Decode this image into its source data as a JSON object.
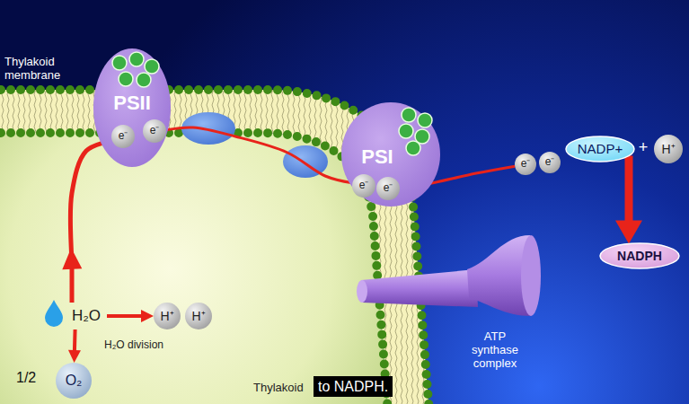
{
  "diagram": {
    "caption": "to NADPH.",
    "nodes": [
      {
        "text": [
          "PSII"
        ]
      },
      {
        "text": [
          "e⁻"
        ],
        "in": 0
      },
      {
        "text": [
          "e⁻"
        ],
        "in": 0
      },
      {
        "text": [
          "PSI"
        ]
      },
      {
        "text": [
          "e⁻"
        ],
        "in": 3
      },
      {
        "text": [
          "e⁻"
        ],
        "in": 3
      },
      {
        "text": [
          "e⁻"
        ]
      },
      {
        "text": [
          "e⁻"
        ]
      },
      {
        "text": [
          "NADP+"
        ]
      },
      {
        "text": [
          "H⁺"
        ]
      },
      {
        "text": [
          "NADPH"
        ]
      },
      {
        "text": [
          "H₂O"
        ]
      },
      {
        "text": [
          "H⁺"
        ]
      },
      {
        "text": [
          "H⁺"
        ]
      },
      {
        "text": [
          "O₂"
        ]
      }
    ],
    "edges": [
      {
        "from": 11,
        "to": 1,
        "arrow": "to"
      },
      {
        "from": 11,
        "to": 12,
        "arrow": "to"
      },
      {
        "from": 11,
        "to": 14,
        "arrow": "to"
      },
      {
        "from": 2,
        "to": 4,
        "arrow": "none"
      },
      {
        "from": 5,
        "to": 6,
        "arrow": "none"
      },
      {
        "from": 8,
        "to": 10,
        "arrow": "to"
      }
    ],
    "labels": [
      "Thylakoid membrane",
      "+",
      "H₂O division",
      "1/2",
      "ATP synthase complex",
      "Thylakoid"
    ]
  }
}
